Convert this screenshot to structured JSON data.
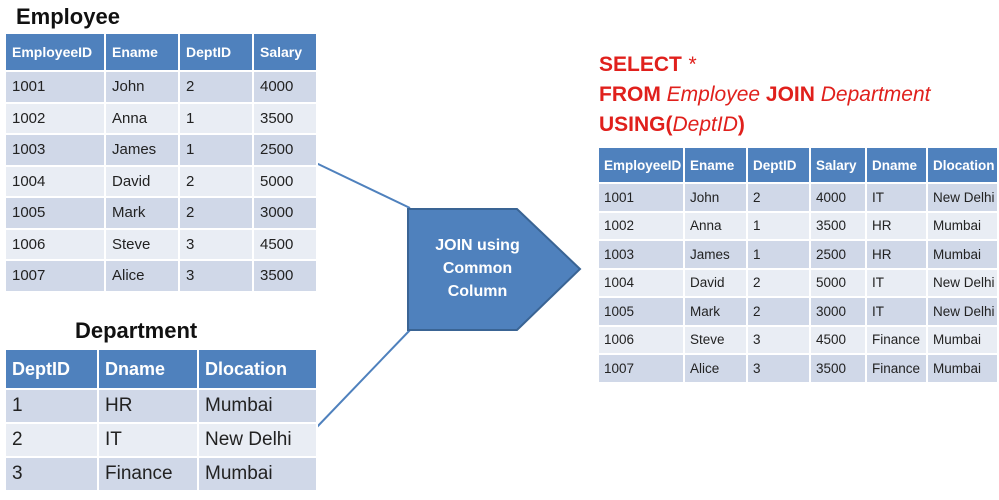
{
  "employee": {
    "title": "Employee",
    "headers": [
      "EmployeeID",
      "Ename",
      "DeptID",
      "Salary"
    ],
    "rows": [
      [
        "1001",
        "John",
        "2",
        "4000"
      ],
      [
        "1002",
        "Anna",
        "1",
        "3500"
      ],
      [
        "1003",
        "James",
        "1",
        "2500"
      ],
      [
        "1004",
        "David",
        "2",
        "5000"
      ],
      [
        "1005",
        "Mark",
        "2",
        "3000"
      ],
      [
        "1006",
        "Steve",
        "3",
        "4500"
      ],
      [
        "1007",
        "Alice",
        "3",
        "3500"
      ]
    ]
  },
  "department": {
    "title": "Department",
    "headers": [
      "DeptID",
      "Dname",
      "Dlocation"
    ],
    "rows": [
      [
        "1",
        "HR",
        "Mumbai"
      ],
      [
        "2",
        "IT",
        "New Delhi"
      ],
      [
        "3",
        "Finance",
        "Mumbai"
      ]
    ]
  },
  "arrow": {
    "lines": [
      "JOIN using",
      "Common",
      "Column"
    ],
    "color": "#4f81bd"
  },
  "sql": {
    "select": "SELECT",
    "star": " *",
    "from": "FROM",
    "table1": "Employee",
    "join": "JOIN",
    "table2": "Department",
    "using": "USING(",
    "column": "DeptID",
    "close": ")",
    "color": "#e0201c"
  },
  "result": {
    "headers": [
      "EmployeeID",
      "Ename",
      "DeptID",
      "Salary",
      "Dname",
      "Dlocation"
    ],
    "rows": [
      [
        "1001",
        "John",
        "2",
        "4000",
        "IT",
        "New Delhi"
      ],
      [
        "1002",
        "Anna",
        "1",
        "3500",
        "HR",
        "Mumbai"
      ],
      [
        "1003",
        "James",
        "1",
        "2500",
        "HR",
        "Mumbai"
      ],
      [
        "1004",
        "David",
        "2",
        "5000",
        "IT",
        "New Delhi"
      ],
      [
        "1005",
        "Mark",
        "2",
        "3000",
        "IT",
        "New Delhi"
      ],
      [
        "1006",
        "Steve",
        "3",
        "4500",
        "Finance",
        "Mumbai"
      ],
      [
        "1007",
        "Alice",
        "3",
        "3500",
        "Finance",
        "Mumbai"
      ]
    ]
  },
  "colors": {
    "header": "#4f81bd",
    "row_odd": "#d0d8e8",
    "row_even": "#e9edf4"
  }
}
